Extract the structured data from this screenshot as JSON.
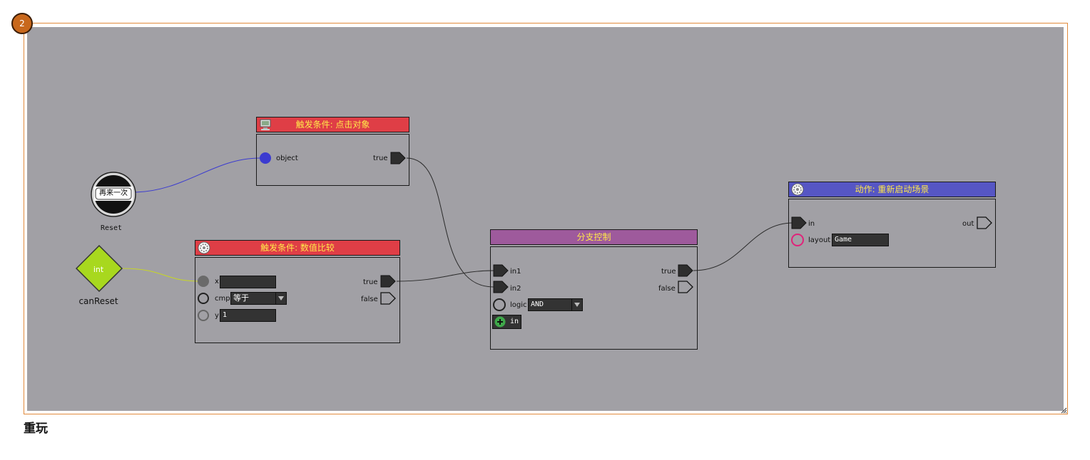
{
  "group": {
    "index": "2",
    "title": "重玩"
  },
  "ref_nodes": {
    "object_ref": {
      "button_text": "再来一次",
      "name": "Reset"
    },
    "variable_ref": {
      "type_text": "int",
      "name": "canReset"
    }
  },
  "nodes": {
    "click_trigger": {
      "title": "触发条件: 点击对象",
      "ports": {
        "object": "object",
        "true": "true"
      },
      "icon": "monitor-icon"
    },
    "compare_trigger": {
      "title": "触发条件: 数值比较",
      "ports": {
        "x": "x",
        "cmp": "cmp",
        "y": "y",
        "true": "true",
        "false": "false"
      },
      "values": {
        "x": "",
        "cmp": "等于",
        "y": "1"
      },
      "icon": "gear-icon"
    },
    "branch": {
      "title": "分支控制",
      "ports": {
        "in1": "in1",
        "in2": "in2",
        "logic": "logic",
        "true": "true",
        "false": "false",
        "add_in": "in"
      },
      "values": {
        "logic": "AND"
      }
    },
    "restart_action": {
      "title": "动作: 重新启动场景",
      "ports": {
        "in": "in",
        "out": "out",
        "layout": "layout"
      },
      "values": {
        "layout": "Game"
      },
      "icon": "gear-icon"
    }
  },
  "colors": {
    "canvas": "#a1a0a5",
    "frame": "#e08a3c",
    "header_red": "#df3e46",
    "header_purple": "#9e5a9c",
    "header_blue": "#5656c4",
    "title_text": "#ffe84a",
    "object_port": "#3b3bd0",
    "layout_port": "#e0237a",
    "variable": "#a8d81e",
    "wire_object": "#3b3bd0",
    "wire_variable": "#c8d820",
    "wire_flow": "#2a2a2a"
  }
}
